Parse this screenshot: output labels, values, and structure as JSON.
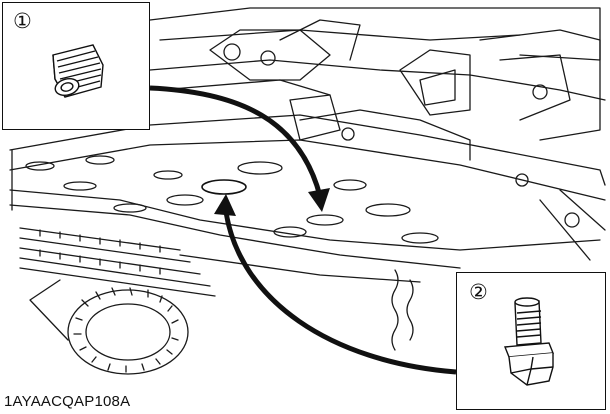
{
  "figure_code": "1AYAACQAP108A",
  "callouts": [
    {
      "marker": "①",
      "part_icon": "drain-plug-icon"
    },
    {
      "marker": "②",
      "part_icon": "drain-bolt-icon"
    }
  ],
  "colors": {
    "line": "#111111",
    "background": "#ffffff"
  }
}
